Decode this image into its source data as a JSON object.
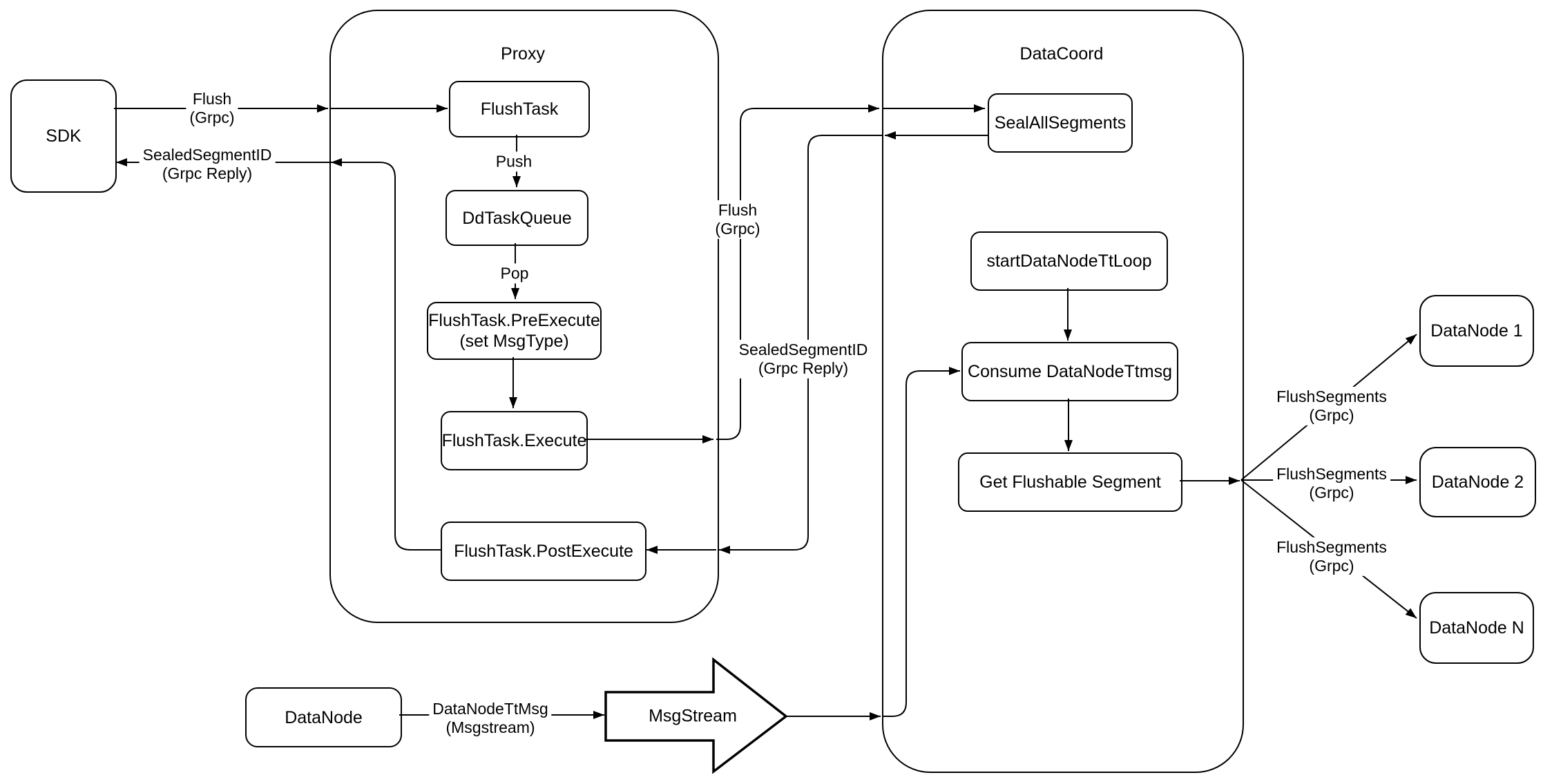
{
  "diagram": {
    "background_color": "#ffffff",
    "stroke_color": "#000000",
    "containers": {
      "proxy": {
        "title": "Proxy"
      },
      "datacoord": {
        "title": "DataCoord"
      }
    },
    "nodes": {
      "sdk": {
        "label": "SDK"
      },
      "flush_task": {
        "label": "FlushTask"
      },
      "dd_task_queue": {
        "label": "DdTaskQueue"
      },
      "pre_execute": {
        "label": "FlushTask.PreExecute",
        "sublabel": "(set MsgType)"
      },
      "execute": {
        "label": "FlushTask.Execute"
      },
      "post_execute": {
        "label": "FlushTask.PostExecute"
      },
      "seal_all_segments": {
        "label": "SealAllSegments"
      },
      "start_data_node_tt_loop": {
        "label": "startDataNodeTtLoop"
      },
      "consume_data_node_ttmsg": {
        "label": "Consume DataNodeTtmsg"
      },
      "get_flushable_segment": {
        "label": "Get Flushable Segment"
      },
      "data_node_1": {
        "label": "DataNode 1"
      },
      "data_node_2": {
        "label": "DataNode 2"
      },
      "data_node_n": {
        "label": "DataNode N"
      },
      "data_node": {
        "label": "DataNode"
      },
      "msg_stream": {
        "label": "MsgStream"
      }
    },
    "edge_labels": {
      "flush_sdk": {
        "line1": "Flush",
        "line2": "(Grpc)"
      },
      "sealed_sdk": {
        "line1": "SealedSegmentID",
        "line2": "(Grpc Reply)"
      },
      "push": {
        "line1": "Push"
      },
      "pop": {
        "line1": "Pop"
      },
      "flush_mid": {
        "line1": "Flush",
        "line2": "(Grpc)"
      },
      "sealed_mid": {
        "line1": "SealedSegmentID",
        "line2": "(Grpc Reply)"
      },
      "flush_segments_1": {
        "line1": "FlushSegments",
        "line2": "(Grpc)"
      },
      "flush_segments_2": {
        "line1": "FlushSegments",
        "line2": "(Grpc)"
      },
      "flush_segments_3": {
        "line1": "FlushSegments",
        "line2": "(Grpc)"
      },
      "data_node_tt_msg": {
        "line1": "DataNodeTtMsg",
        "line2": "(Msgstream)"
      }
    }
  }
}
